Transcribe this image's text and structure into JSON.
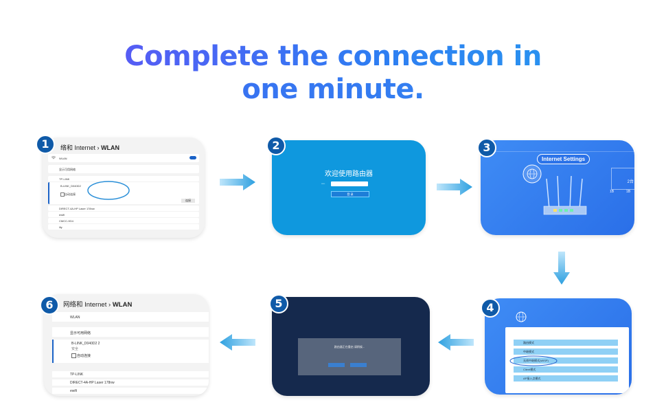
{
  "headline": {
    "line1": "Complete the connection in",
    "line2": "one minute."
  },
  "steps": [
    {
      "number": "1",
      "title_prefix": "络和 Internet",
      "title_sep": "›",
      "title_main": "WLAN",
      "rows": [
        "WLAN",
        "显示可用网络",
        "TP-LINK",
        "B-LINK_D040D2",
        "DIRECT-4A-HP Laser 178nw",
        "ewifi",
        "CMCC-9G4",
        "lily"
      ],
      "button": "连接",
      "auto_connect": "自动连接"
    },
    {
      "number": "2",
      "welcome": "欢迎使用路由器",
      "login_label": "登 录"
    },
    {
      "number": "3",
      "pill": "Internet Settings",
      "count": "2台",
      "v1": "1B",
      "v2": "1B"
    },
    {
      "number": "4",
      "options": [
        "路由模式",
        "中继模式",
        "无线中继模式(WISP)",
        "Client模式",
        "AP接入点模式"
      ]
    },
    {
      "number": "5",
      "modal_text": "路由器正在重启 请稍候..."
    },
    {
      "number": "6",
      "title_prefix": "网络和 Internet",
      "title_sep": "›",
      "title_main": "WLAN",
      "rows": [
        "WLAN",
        "显示可用网络",
        "B-LINK_D040D2 2",
        "安全",
        "自动连接",
        "TP-LINK",
        "DIRECT-4A-HP Laser 178nw",
        "ewifi"
      ]
    }
  ],
  "colors": {
    "accent": "#2f7cf2",
    "badge": "#0f5aa8",
    "arrow": "#2ea0e0"
  }
}
